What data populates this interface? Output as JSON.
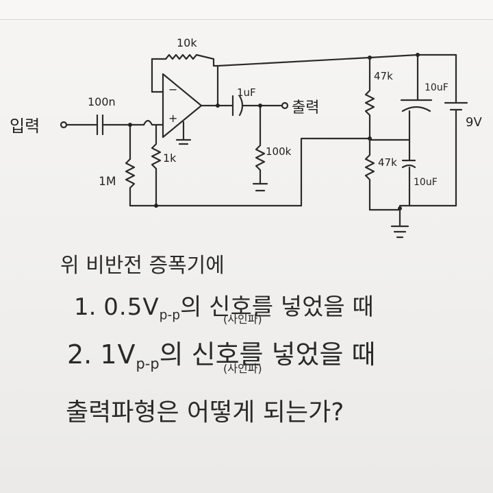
{
  "circuit": {
    "input_label": "입력",
    "output_label": "출력",
    "cap_in": "100n",
    "cap_out": "1uF",
    "r_feedback": "10k",
    "r_input": "1k",
    "r_bias": "1M",
    "r_load": "100k",
    "r_div_top": "47k",
    "r_div_bottom": "47k",
    "cap_supply": "10uF",
    "cap_divider": "10uF",
    "battery": "9V",
    "opamp_minus": "−",
    "opamp_plus": "+"
  },
  "question": {
    "title": "위 비반전 증폭기에",
    "item1_num": "1.",
    "item1_value": "0.5V",
    "item1_unit": "p-p",
    "item1_text": "의 신호를 넣었을 때",
    "item1_note": "(사인파)",
    "item2_num": "2.",
    "item2_value": "1V",
    "item2_unit": "p-p",
    "item2_text": "의 신호를 넣었을 때",
    "item2_note": "(사인파)",
    "ask": "출력파형은 어떻게 되는가?"
  }
}
